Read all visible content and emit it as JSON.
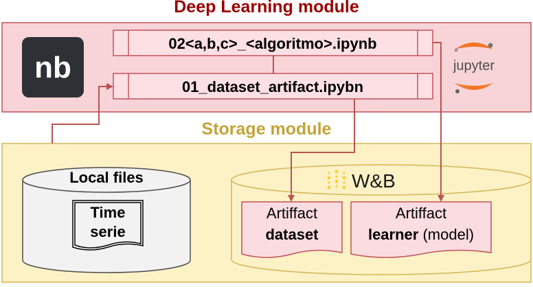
{
  "deep_learning_module": {
    "title": "Deep Learning module",
    "notebook_top": "02<a,b,c>_<algoritmo>.ipynb",
    "notebook_bottom": "01_dataset_artifact.ipybn",
    "nb_logo": "nb",
    "jupyter_logo": "jupyter"
  },
  "storage_module": {
    "title": "Storage module",
    "local_files": {
      "label": "Local files",
      "doc_line1": "Time",
      "doc_line2": "serie"
    },
    "wandb": {
      "logo": "W&B",
      "artifact_dataset": {
        "line1": "Artiffact",
        "line2": "dataset"
      },
      "artifact_learner": {
        "line1": "Artiffact",
        "line2_bold": "learner",
        "line2_rest": " (model)"
      }
    }
  },
  "colors": {
    "dl_fill": "#f8d4d8",
    "dl_stroke": "#c0525a",
    "dl_title": "#990000",
    "storage_fill": "#fdf2c6",
    "storage_stroke": "#d6b656",
    "storage_title": "#c2a43a",
    "arrow": "#b85450",
    "artifact_fill": "#fbdce0",
    "jupyter_orange": "#f37626",
    "wandb_yellow": "#ffcc33"
  }
}
